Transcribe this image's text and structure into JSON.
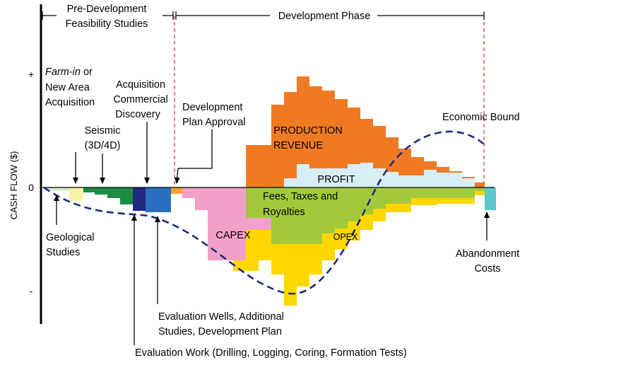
{
  "phases": {
    "pre_line1": "Pre-Development",
    "pre_line2": "Feasibility Studies",
    "dev": "Development Phase"
  },
  "axis": {
    "ylabel": "CASH FLOW ($)",
    "plus": "+",
    "zero": "0",
    "minus": "-"
  },
  "labels": {
    "farmin_italic": "Farm-in",
    "farmin_rest": " or",
    "farmin_line2": "New Area",
    "farmin_line3": "Acquisition",
    "seismic_line1": "Seismic",
    "seismic_line2": "(3D/4D)",
    "acq_line1": "Acquisition",
    "acq_line2": "Commercial",
    "acq_line3": "Discovery",
    "devplan_line1": "Development",
    "devplan_line2": "Plan Approval",
    "production_line1": "PRODUCTION",
    "production_line2": "REVENUE",
    "profit": "PROFIT",
    "economic_bound": "Economic Bound",
    "fees_line1": "Fees, Taxes and",
    "fees_line2": "Royalties",
    "capex": "CAPEX",
    "opex": "OPEX",
    "geo_line1": "Geological",
    "geo_line2": "Studies",
    "abandon_line1": "Abandonment",
    "abandon_line2": "Costs",
    "evalwells_line1": "Evaluation Wells, Additional",
    "evalwells_line2": "Studies, Development Plan",
    "evalwork": "Evaluation Work (Drilling, Logging, Coring, Formation Tests)"
  },
  "colors": {
    "production": "#f07a23",
    "profit": "#d8eef6",
    "fees": "#a2c93a",
    "opex": "#ffd700",
    "capex": "#f3a0c8",
    "geology": "#d9ecd2",
    "farmin": "#f7f3a6",
    "seismic": "#1e8c46",
    "evalwork": "#1f2a80",
    "evalwells": "#2a6fbf",
    "devplan": "#f5a23a",
    "abandonment": "#5cc6c9",
    "economic_bound": "#1f2a80",
    "phase_divider": "#e02b2b"
  }
}
